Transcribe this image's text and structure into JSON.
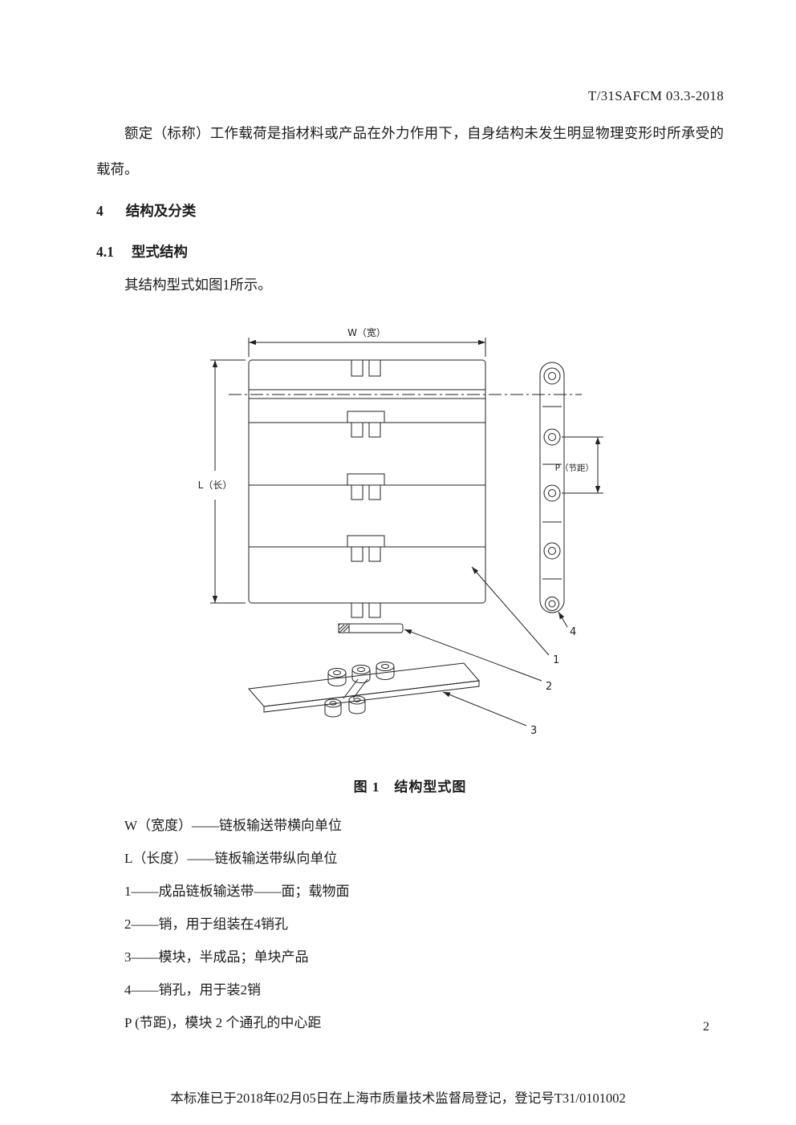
{
  "page": {
    "doc_ref": "T/31SAFCM 03.3-2018",
    "page_number": "2",
    "footer": "本标准已于2018年02月05日在上海市质量技术监督局登记，登记号T31/0101002"
  },
  "content": {
    "intro_paragraph": "额定（标称）工作载荷是指材料或产品在外力作用下，自身结构未发生明显物理变形时所承受的载荷。",
    "section4": {
      "number": "4",
      "title": "结构及分类"
    },
    "section41": {
      "number": "4.1",
      "title": "型式结构"
    },
    "lead_text": "其结构型式如图1所示。",
    "figure": {
      "caption": "图 1　结构型式图",
      "labels": {
        "w": "W（宽）",
        "l": "L（长）",
        "p": "P（节距）",
        "n1": "1",
        "n2": "2",
        "n3": "3",
        "n4": "4"
      }
    },
    "legend": [
      "W（宽度）——链板输送带横向单位",
      "L（长度）——链板输送带纵向单位",
      "1——成品链板输送带——面；载物面",
      "2——销，用于组装在4销孔",
      "3——模块，半成品；单块产品",
      "4——销孔，用于装2销",
      "P (节距)，模块 2 个通孔的中心距"
    ]
  }
}
